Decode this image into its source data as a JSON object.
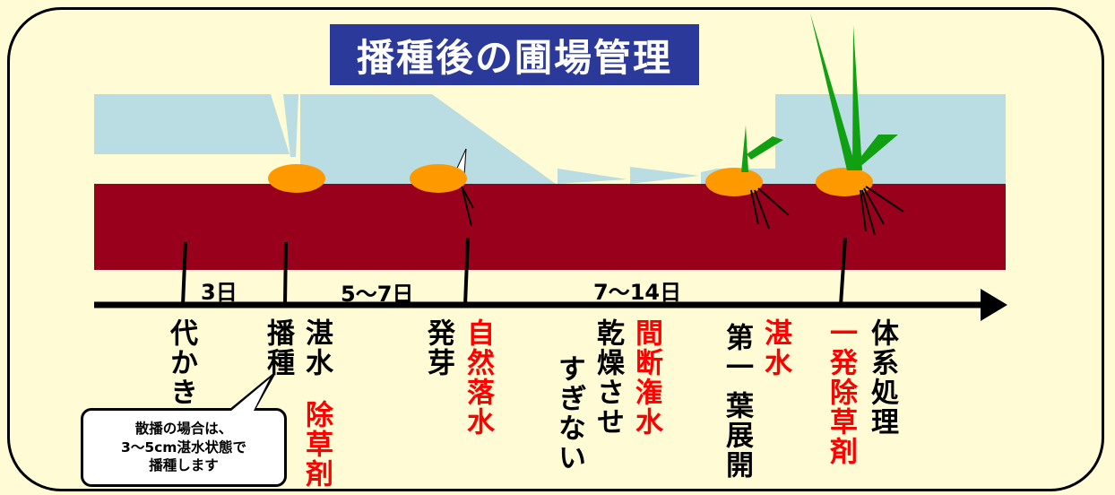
{
  "title": "播種後の圃場管理",
  "intervals": [
    "3日",
    "5〜7日",
    "7〜14日"
  ],
  "labels": {
    "shirokaki": "代かき",
    "hashu": "播種",
    "tansui1": "湛水",
    "jososai": "除草剤",
    "hatsuga": "発芽",
    "shizen_rakusui": "自然落水",
    "kansou_line1": "乾燥させ",
    "kansou_line2": "すぎない",
    "kandan_kansui": "間断潅水",
    "dai1you_line1": "第一",
    "dai1you_line2": "葉展開",
    "tansui2": "湛水",
    "ippatsu": "一発除草剤",
    "taikei": "体系処理"
  },
  "callout": {
    "line1": "散播の場合は、",
    "line2": "3〜5cm湛水状態で",
    "line3": "播種します"
  },
  "colors": {
    "background": "#fffbd4",
    "water": "#b9dde3",
    "soil": "#99001b",
    "seed": "#ff9900",
    "leaf": "#11a011",
    "title_bg": "#2b3a9a",
    "emphasis": "#ff0000"
  }
}
